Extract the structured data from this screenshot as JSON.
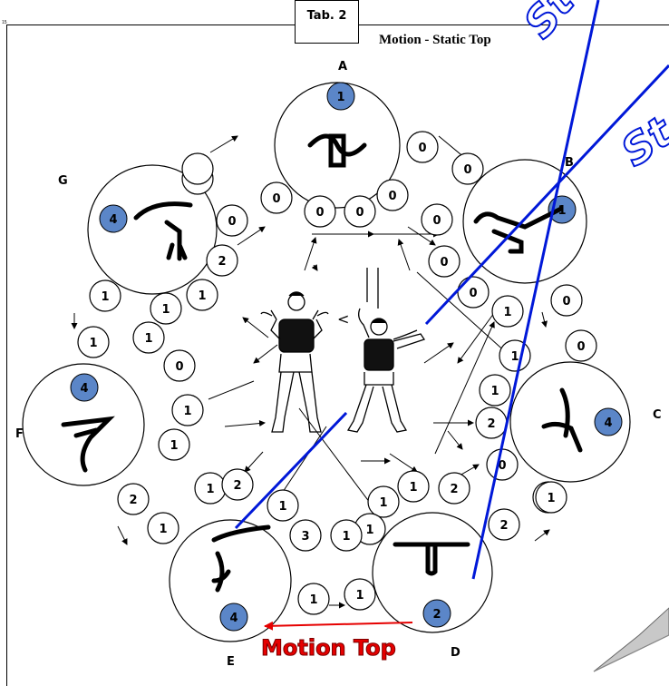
{
  "page_number": "15",
  "tab_label": "Tab. 2",
  "title": "Motion - Static  Top",
  "motion_top_label": "Motion Top",
  "symbol_lt": "<",
  "station_labels": {
    "A": "A",
    "B": "B",
    "C": "C",
    "D": "D",
    "E": "E",
    "F": "F",
    "G": "G"
  },
  "stations": [
    {
      "id": "A",
      "badge": "1"
    },
    {
      "id": "B",
      "badge": "1"
    },
    {
      "id": "C",
      "badge": "4"
    },
    {
      "id": "D",
      "badge": "2"
    },
    {
      "id": "E",
      "badge": "4"
    },
    {
      "id": "F",
      "badge": "4"
    },
    {
      "id": "G",
      "badge": "4"
    }
  ],
  "score_circles": [
    "0",
    "0",
    "0",
    "0",
    "0",
    "0",
    "0",
    "0",
    "0",
    "0",
    "0",
    "0",
    "0",
    "0",
    "1",
    "1",
    "1",
    "1",
    "2",
    "1",
    "1",
    "1",
    "1",
    "1",
    "1",
    "2",
    "1",
    "2",
    "1",
    "1",
    "1",
    "2",
    "0",
    "2",
    "2",
    "1",
    "1",
    "2",
    "1",
    "3",
    "1",
    "1",
    "1",
    ""
  ],
  "slanted_text": [
    "St",
    "St"
  ],
  "colors": {
    "badge_fill": "#5b86c8",
    "blue_line": "#0018d8",
    "red": "#e60000"
  }
}
